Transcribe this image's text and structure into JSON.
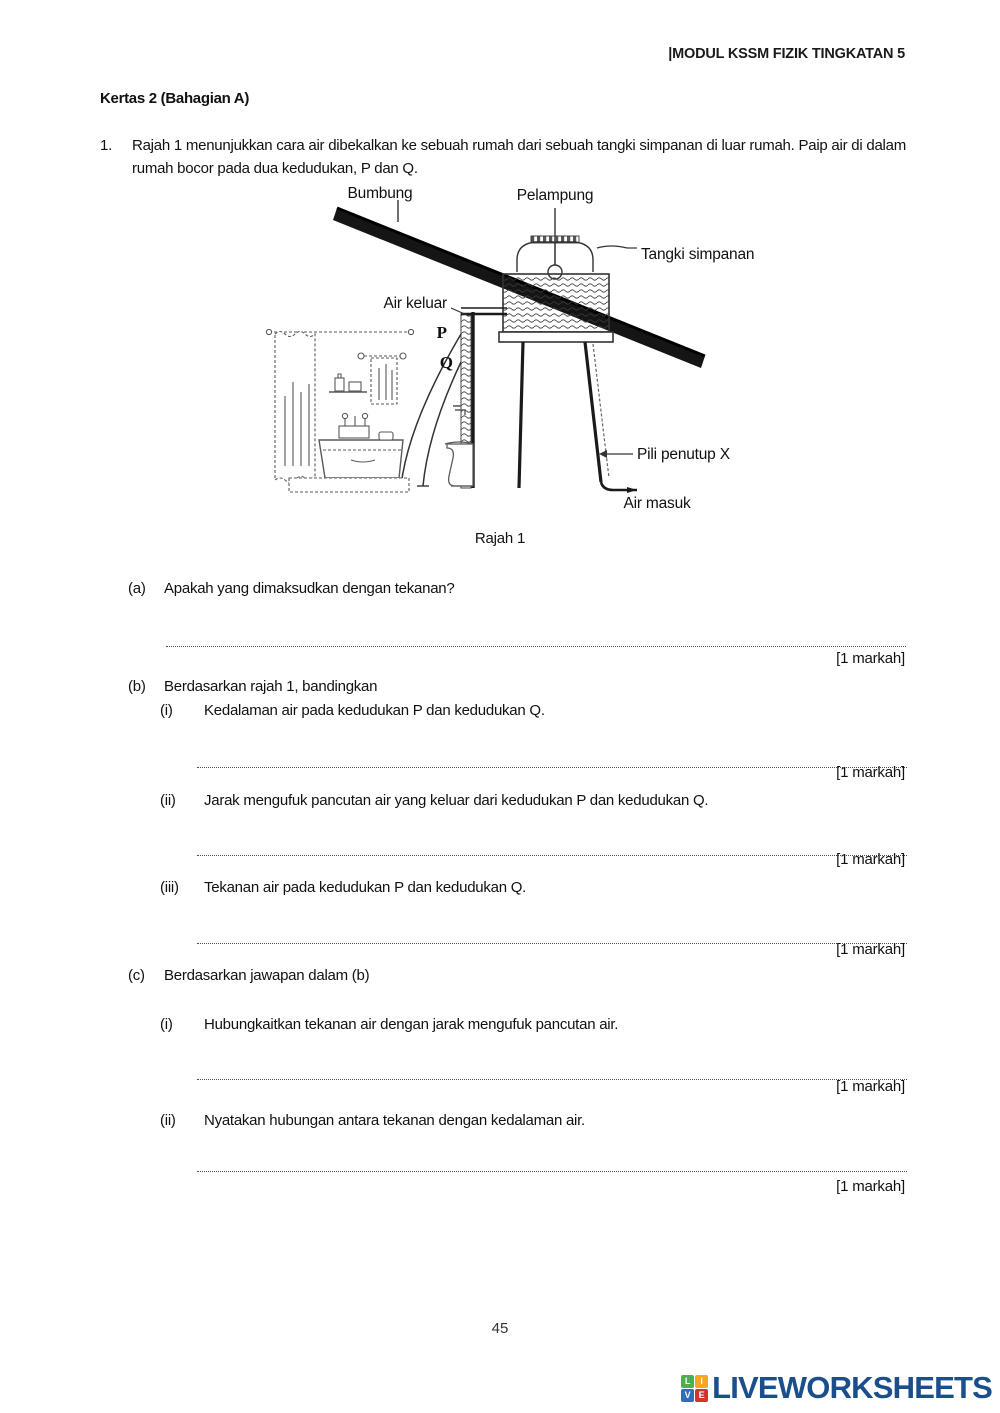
{
  "header": {
    "title": "|MODUL KSSM FIZIK TINGKATAN 5"
  },
  "section": {
    "title": "Kertas 2 (Bahagian A)"
  },
  "question": {
    "number": "1.",
    "stem": "Rajah 1 menunjukkan cara air dibekalkan ke sebuah rumah dari sebuah tangki simpanan di luar rumah. Paip air di dalam rumah bocor pada dua kedudukan, P dan Q."
  },
  "figure": {
    "caption": "Rajah 1",
    "labels": {
      "roof": "Bumbung",
      "float": "Pelampung",
      "tank": "Tangki simpanan",
      "water_out": "Air keluar",
      "point_p": "P",
      "point_q": "Q",
      "stopcock": "Pili penutup X",
      "water_in": "Air masuk"
    }
  },
  "parts": [
    {
      "label": "(a)",
      "text": "Apakah yang dimaksudkan dengan tekanan?",
      "marks": "[1 markah]"
    },
    {
      "label": "(b)",
      "text": "Berdasarkan rajah 1, bandingkan",
      "subparts": [
        {
          "label": "(i)",
          "text": "Kedalaman air pada kedudukan P dan kedudukan Q.",
          "marks": "[1 markah]"
        },
        {
          "label": "(ii)",
          "text": "Jarak mengufuk pancutan air yang keluar dari kedudukan P dan kedudukan Q.",
          "marks": "[1 markah]"
        },
        {
          "label": "(iii)",
          "text": "Tekanan air pada kedudukan P dan kedudukan Q.",
          "marks": "[1 markah]"
        }
      ]
    },
    {
      "label": "(c)",
      "text": "Berdasarkan jawapan dalam (b)",
      "subparts": [
        {
          "label": "(i)",
          "text": "Hubungkaitkan tekanan air dengan jarak mengufuk pancutan air.",
          "marks": "[1 markah]"
        },
        {
          "label": "(ii)",
          "text": "Nyatakan hubungan antara tekanan dengan kedalaman air.",
          "marks": "[1 markah]"
        }
      ]
    }
  ],
  "footer": {
    "page_number": "45",
    "logo": {
      "wordmark": "LIVEWORKSHEETS",
      "tiles": [
        {
          "letter": "L",
          "color": "#4CAF50"
        },
        {
          "letter": "I",
          "color": "#F5A623"
        },
        {
          "letter": "V",
          "color": "#2F6FB5"
        },
        {
          "letter": "E",
          "color": "#D0342C"
        }
      ],
      "wordmark_color": "#1A4F8B"
    }
  }
}
